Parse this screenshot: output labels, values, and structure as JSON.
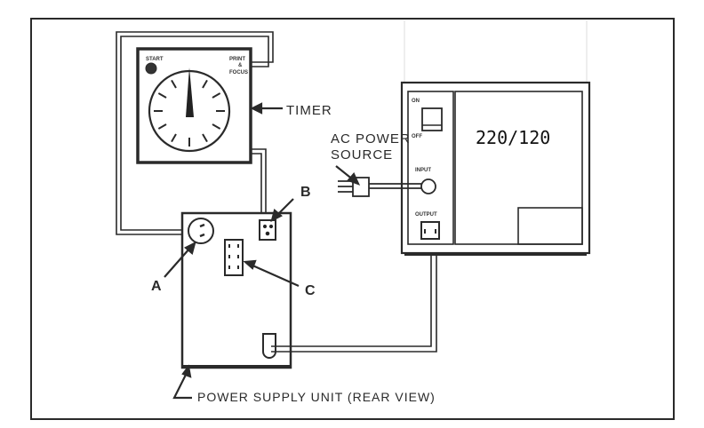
{
  "labels": {
    "timer": "TIMER",
    "ac_power_line1": "AC POWER",
    "ac_power_line2": "SOURCE",
    "b": "B",
    "a": "A",
    "c": "C",
    "power_supply": "POWER SUPPLY UNIT (REAR VIEW)"
  },
  "timer_panel": {
    "start": "START",
    "print": "PRINT",
    "amp": "&",
    "focus": "FOCUS"
  },
  "stabilizer": {
    "on": "ON",
    "off": "OFF",
    "input": "INPUT",
    "output": "OUTPUT",
    "voltage": "220/120"
  },
  "colors": {
    "ink": "#2a2a2a",
    "background": "#ffffff"
  }
}
